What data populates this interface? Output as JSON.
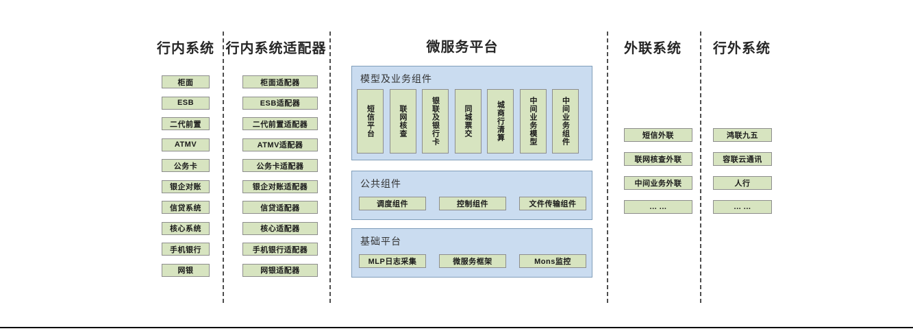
{
  "diagram": {
    "title_bar_present": true,
    "columns": [
      {
        "id": "core-systems",
        "title": "行内系统",
        "items": [
          "柜面",
          "ESB",
          "二代前置",
          "ATMV",
          "公务卡",
          "银企对账",
          "信贷系统",
          "核心系统",
          "手机银行",
          "网银"
        ]
      },
      {
        "id": "core-system-adapters",
        "title": "行内系统适配器",
        "items": [
          "柜面适配器",
          "ESB适配器",
          "二代前置适配器",
          "ATMV适配器",
          "公务卡适配器",
          "银企对账适配器",
          "信贷适配器",
          "核心适配器",
          "手机银行适配器",
          "网银适配器"
        ]
      },
      {
        "id": "microservice-platform",
        "title": "微服务平台",
        "groups": [
          {
            "id": "model-business-components",
            "title": "模型及业务组件",
            "orientation": "vertical",
            "items": [
              "短信平台",
              "联网核查",
              "银联及银行卡",
              "同城票交",
              "城商行清算",
              "中间业务模型",
              "中间业务组件"
            ]
          },
          {
            "id": "public-components",
            "title": "公共组件",
            "orientation": "horizontal",
            "items": [
              "调度组件",
              "控制组件",
              "文件传输组件"
            ]
          },
          {
            "id": "base-platform",
            "title": "基础平台",
            "orientation": "horizontal",
            "items": [
              "MLP日志采集",
              "微服务框架",
              "Mons监控"
            ]
          }
        ]
      },
      {
        "id": "external-link-systems",
        "title": "外联系统",
        "items": [
          "短信外联",
          "联网核查外联",
          "中间业务外联",
          "... ..."
        ]
      },
      {
        "id": "outside-bank-systems",
        "title": "行外系统",
        "items": [
          "鸿联九五",
          "容联云通讯",
          "人行",
          "... ..."
        ]
      }
    ]
  },
  "colors": {
    "leaf_fill": "#d7e4c0",
    "leaf_border": "#8c8c8c",
    "panel_fill": "#cadcf0",
    "panel_border": "#7f9db9",
    "divider": "#4d4d4d",
    "title_text": "#262626"
  }
}
